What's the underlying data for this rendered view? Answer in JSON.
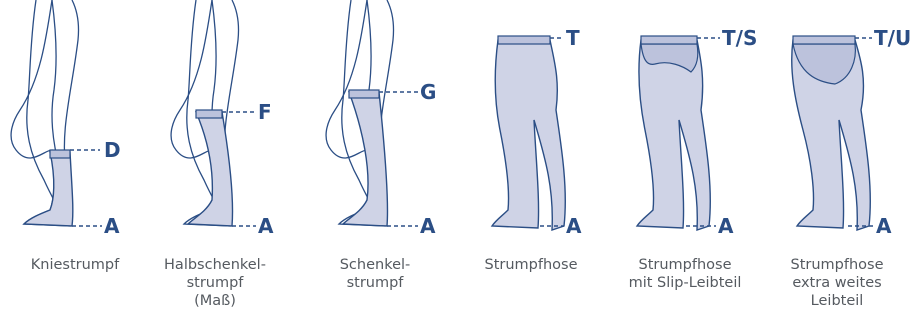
{
  "colors": {
    "outline": "#2b4e85",
    "stocking_fill": "#cfd3e6",
    "band_fill": "#bcc2dc",
    "label": "#2b4e85",
    "caption": "#555a60"
  },
  "figures": [
    {
      "type": "knee",
      "top_label": "D",
      "bottom_label": "A",
      "caption": [
        "Kniestrumpf"
      ]
    },
    {
      "type": "half-thigh",
      "top_label": "F",
      "bottom_label": "A",
      "caption": [
        "Halbschenkel-",
        "strumpf",
        "(Maß)"
      ]
    },
    {
      "type": "thigh",
      "top_label": "G",
      "bottom_label": "A",
      "caption": [
        "Schenkel-",
        "strumpf"
      ]
    },
    {
      "type": "pantyhose",
      "top_label": "T",
      "bottom_label": "A",
      "caption": [
        "Strumpfhose"
      ]
    },
    {
      "type": "pantyhose-slip",
      "top_label": "T/S",
      "bottom_label": "A",
      "caption": [
        "Strumpfhose",
        "mit Slip-Leibteil"
      ]
    },
    {
      "type": "pantyhose-extra",
      "top_label": "T/U",
      "bottom_label": "A",
      "caption": [
        "Strumpfhose",
        "extra weites",
        "Leibteil"
      ]
    }
  ]
}
